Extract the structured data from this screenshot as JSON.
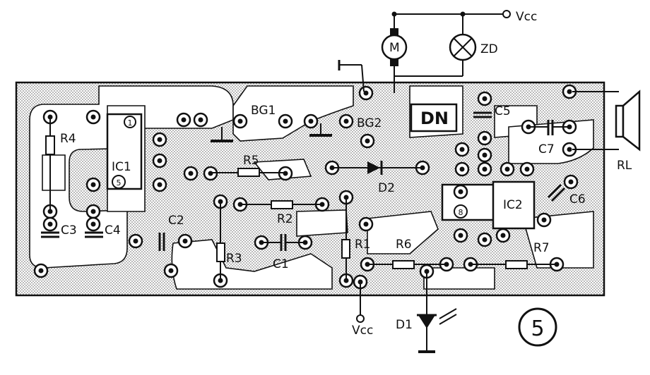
{
  "figure_number": "5",
  "board_label": "DN",
  "external": {
    "vcc_top": "Vcc",
    "vcc_bottom": "Vcc",
    "motor": "M",
    "lamp": "ZD",
    "speaker": "RL",
    "led": "D1"
  },
  "components": {
    "R1": "R1",
    "R2": "R2",
    "R3": "R3",
    "R4": "R4",
    "R5": "R5",
    "R6": "R6",
    "R7": "R7",
    "C1": "C1",
    "C2": "C2",
    "C3": "C3",
    "C4": "C4",
    "C5": "C5",
    "C6": "C6",
    "C7": "C7",
    "BG1": "BG1",
    "BG2": "BG2",
    "D2": "D2",
    "IC1": "IC1",
    "IC2": "IC2"
  },
  "ic_pin_markers": {
    "ic1_pin1": "1",
    "ic1_pin5": "5",
    "ic2_pin8": "8"
  },
  "colors": {
    "ink": "#111111",
    "board_dots": "#9a9a9a",
    "paper": "#ffffff"
  }
}
